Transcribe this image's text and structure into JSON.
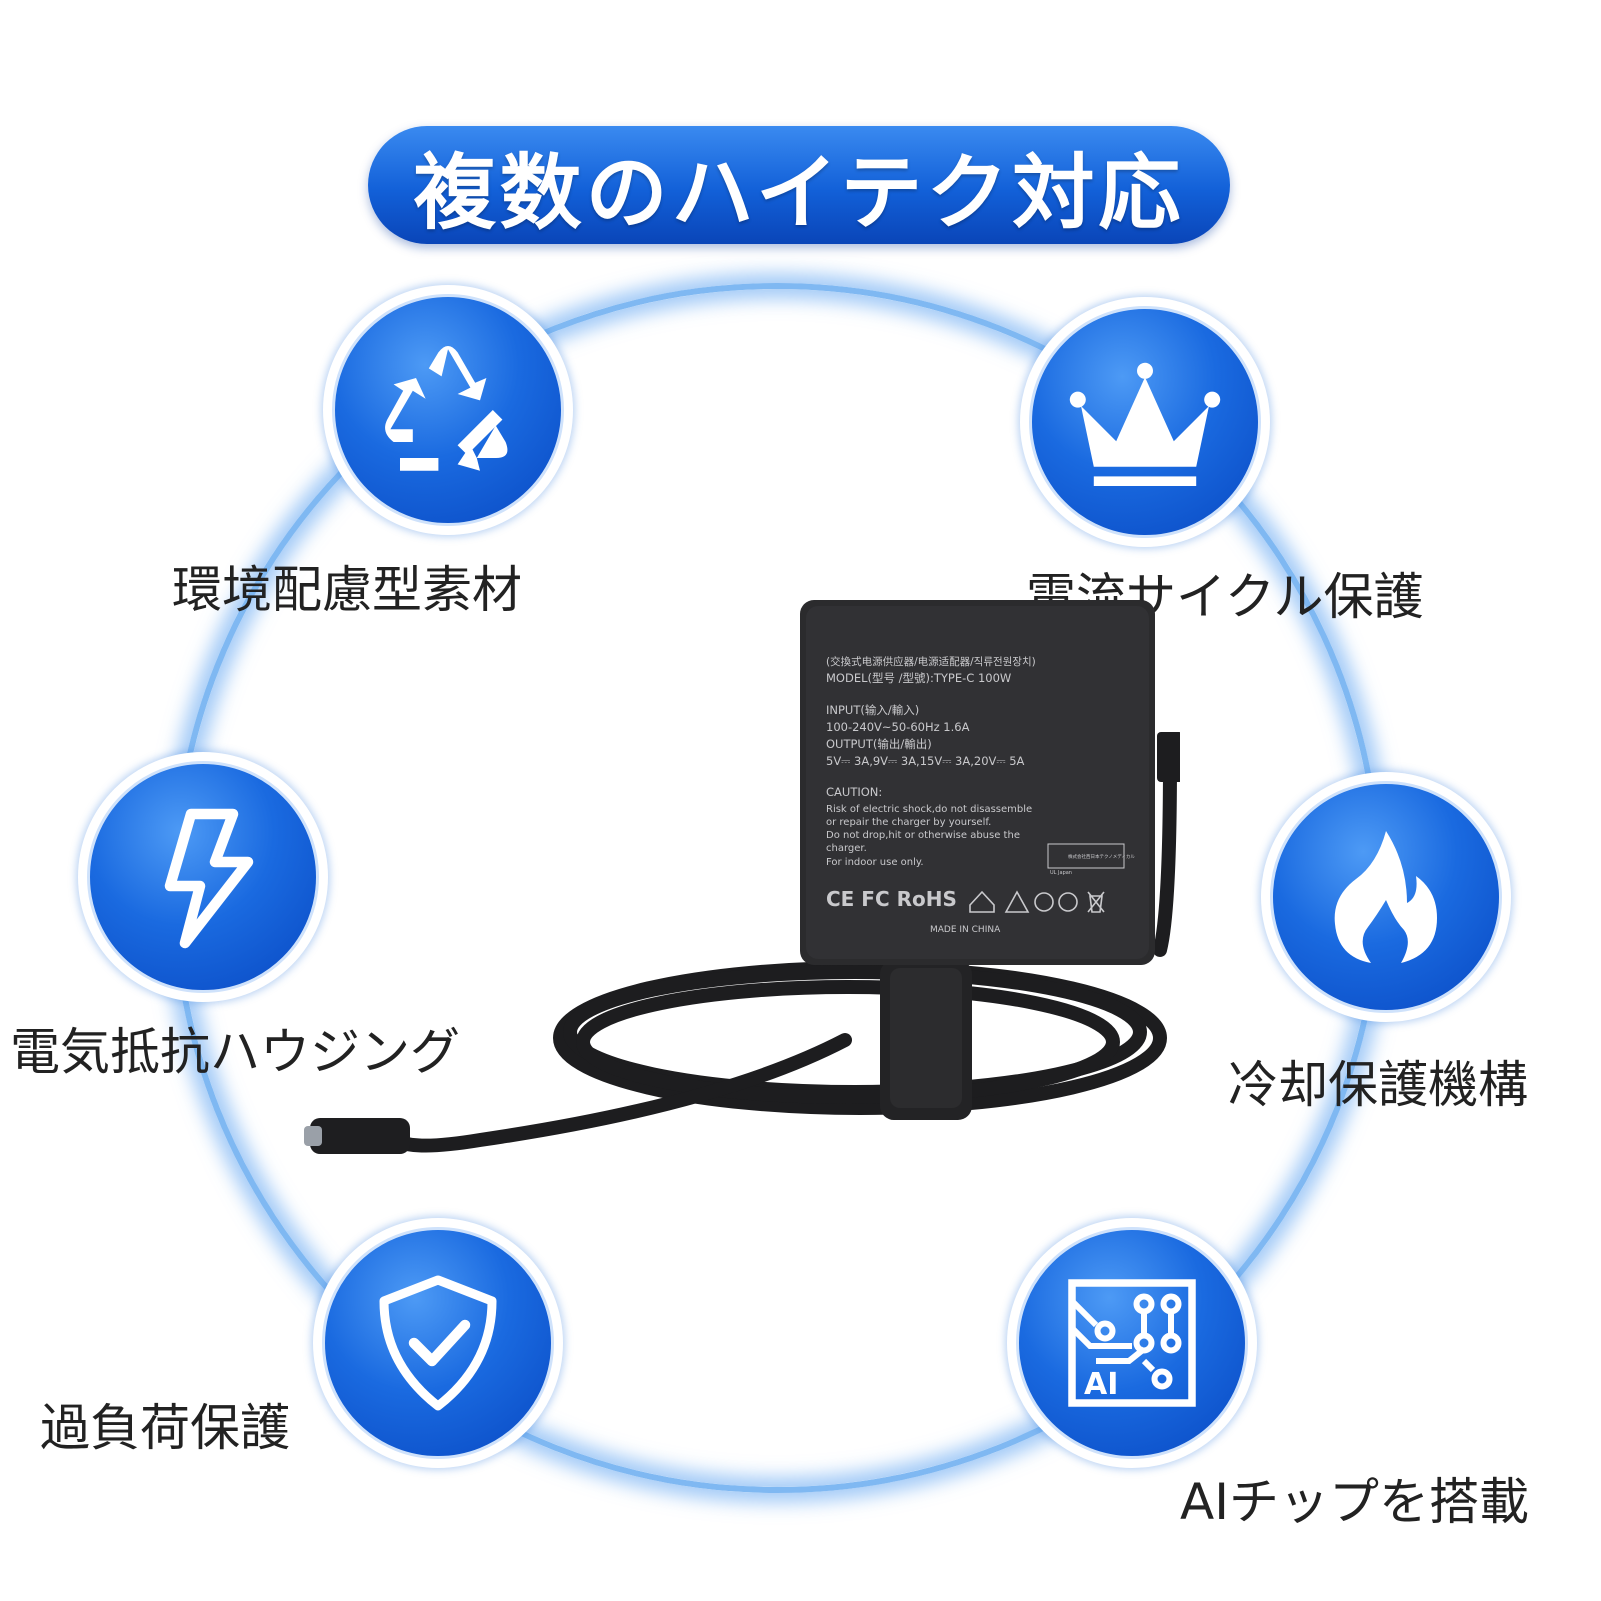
{
  "title": "複数のハイテク対応",
  "features": [
    {
      "label": "環境配慮型素材",
      "icon": "recycle-icon"
    },
    {
      "label": "電流サイクル保護",
      "icon": "crown-icon"
    },
    {
      "label": "電気抵抗ハウジング",
      "icon": "lightning-icon"
    },
    {
      "label": "冷却保護機構",
      "icon": "flame-icon"
    },
    {
      "label": "過負荷保護",
      "icon": "shield-check-icon"
    },
    {
      "label": "AIチップを搭載",
      "icon": "ai-chip-icon"
    }
  ],
  "ai_chip_text": "AI",
  "product": {
    "line1": "(交換式电源供应器/电源适配器/직류전원장치)",
    "line2": "MODEL(型号 /型號):TYPE-C 100W",
    "line3": "INPUT(输入/輸入)",
    "line4": "100-240V~50-60Hz      1.6A",
    "line5": "OUTPUT(输出/輸出)",
    "line6": "5V⎓ 3A,9V⎓ 3A,15V⎓ 3A,20V⎓ 5A",
    "line7": "CAUTION:",
    "line8": "Risk of electric shock,do not disassemble",
    "line9": "or repair the charger by yourself.",
    "line10": "Do not drop,hit or otherwise abuse the",
    "line11": "charger.",
    "line12": "For indoor use only.",
    "mark_text": "CE FC RoHS",
    "made_in": "MADE IN CHINA",
    "ul_stamp": "株式会社西日本テクノメディカル",
    "ul_mark": "UL Japan"
  },
  "colors": {
    "accent": "#1a6ae0",
    "ring": "#7fb8f2",
    "adapter": "#2b2b2d"
  }
}
